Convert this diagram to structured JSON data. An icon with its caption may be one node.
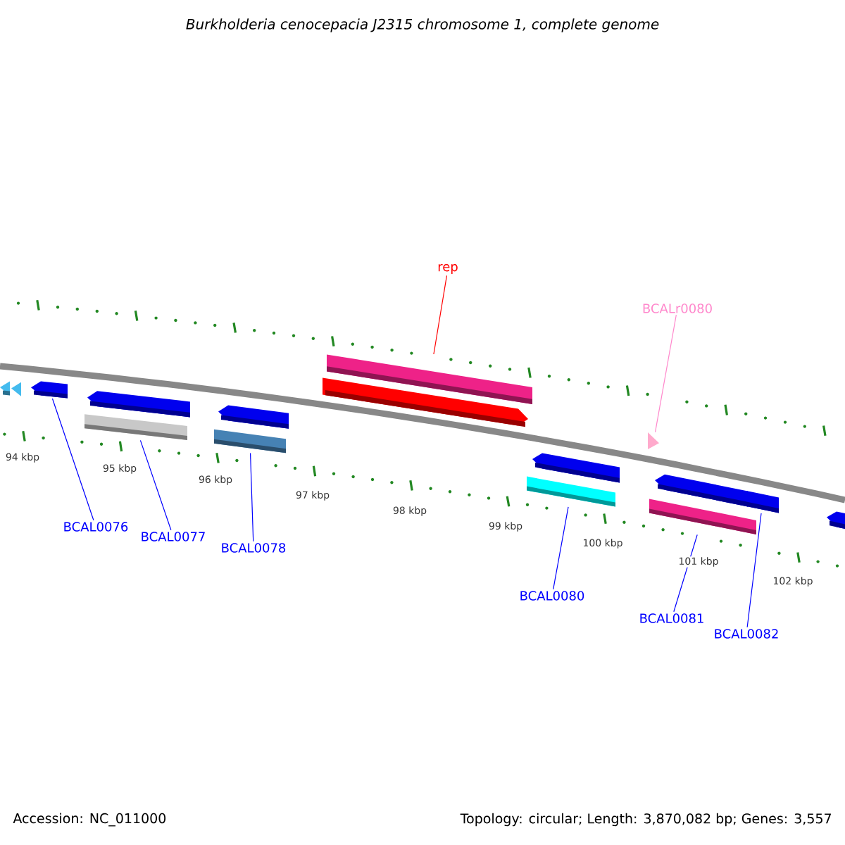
{
  "diagram": {
    "title": "Burkholderia cenocepacia J2315 chromosome 1, complete genome",
    "nodes": [
      {
        "text": [
          "rep"
        ]
      },
      {
        "text": [
          "BCALr0080"
        ]
      },
      {
        "text": [
          "BCAL0076"
        ]
      },
      {
        "text": [
          "BCAL0077"
        ]
      },
      {
        "text": [
          "BCAL0078"
        ]
      },
      {
        "text": [
          "BCAL0080"
        ]
      },
      {
        "text": [
          "BCAL0081"
        ]
      },
      {
        "text": [
          "BCAL0082"
        ]
      },
      {
        "text": [],
        "shape": "bar"
      },
      {
        "text": [],
        "shape": "triangle"
      },
      {
        "text": [],
        "shape": "arrow"
      },
      {
        "text": [],
        "shape": "bar"
      },
      {
        "text": [],
        "shape": "bar"
      },
      {
        "text": [],
        "shape": "bar"
      },
      {
        "text": [],
        "shape": "bar"
      },
      {
        "text": [],
        "shape": "bar"
      }
    ],
    "edges": [
      {
        "from": 0,
        "to": 8,
        "arrow": "none",
        "color": "#ff0000"
      },
      {
        "from": 1,
        "to": 9,
        "arrow": "none",
        "color": "#ff88cc"
      },
      {
        "from": 2,
        "to": 10,
        "arrow": "none"
      },
      {
        "from": 3,
        "to": 11,
        "arrow": "none"
      },
      {
        "from": 4,
        "to": 12,
        "arrow": "none"
      },
      {
        "from": 5,
        "to": 13,
        "arrow": "none"
      },
      {
        "from": 6,
        "to": 14,
        "arrow": "none"
      },
      {
        "from": 7,
        "to": 15,
        "arrow": "none"
      }
    ],
    "labels": [
      "94 kbp",
      "95 kbp",
      "96 kbp",
      "97 kbp",
      "98 kbp",
      "99 kbp",
      "100 kbp",
      "101 kbp",
      "102 kbp",
      "Accession: NC_011000",
      "Topology: circular; Length: 3,870,082 bp; Genes: 3,557"
    ]
  }
}
